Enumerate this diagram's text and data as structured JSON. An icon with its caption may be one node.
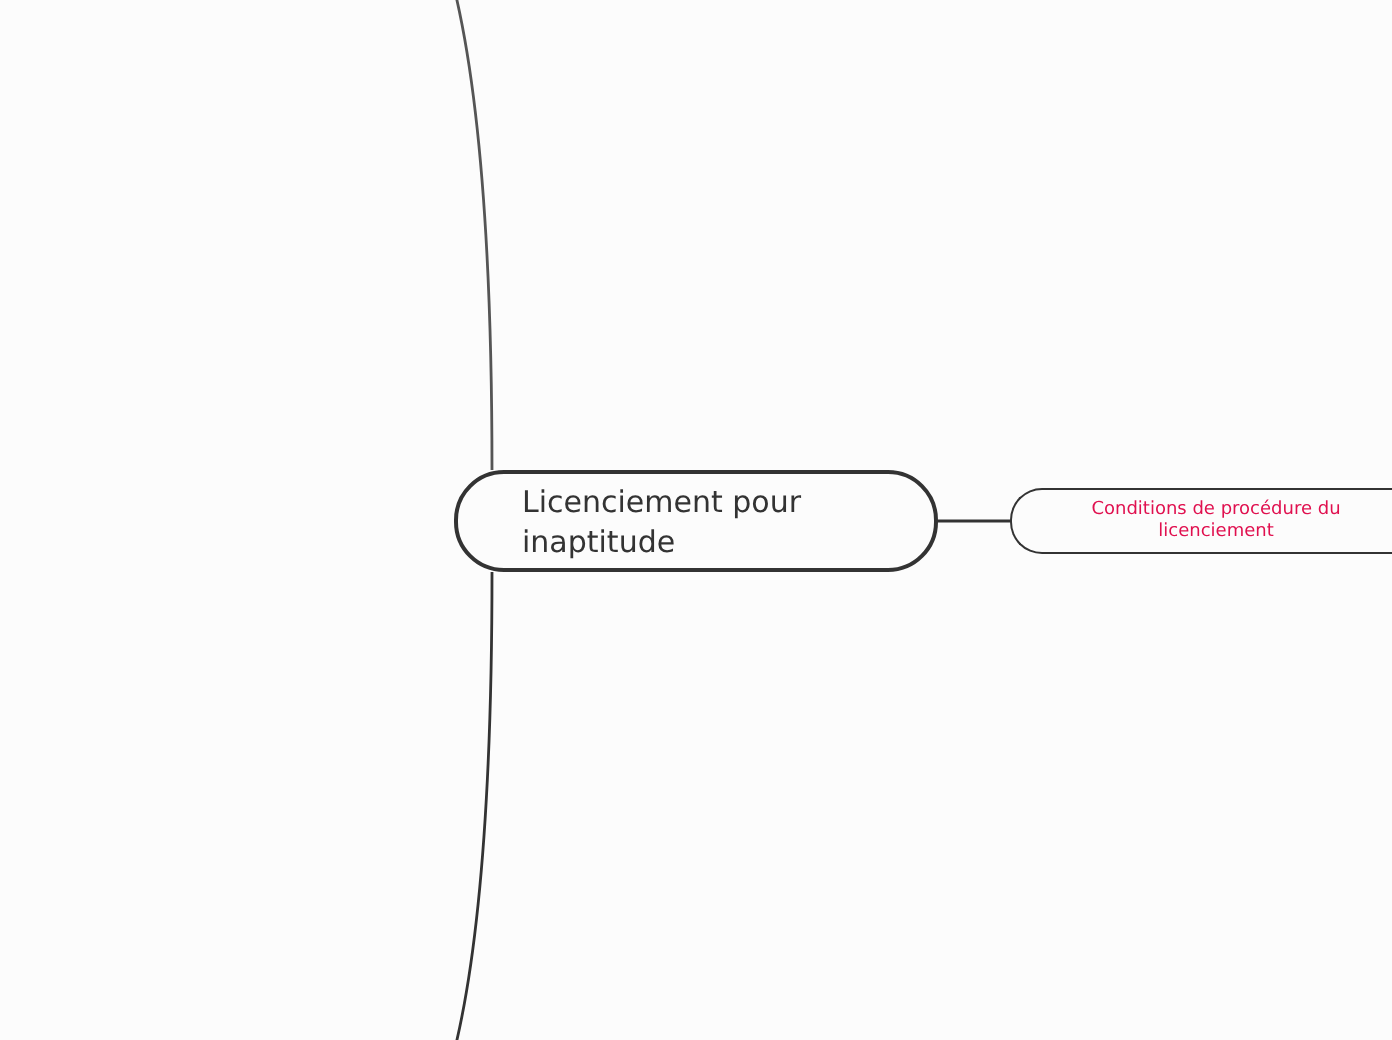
{
  "diagram": {
    "nodes": [
      {
        "text": [
          "Licenciement pour inaptitude"
        ]
      },
      {
        "text": [
          "Conditions de procédure du licenciement"
        ]
      }
    ],
    "edges": [
      {
        "from": 0,
        "to": null,
        "arrow": "none"
      },
      {
        "from": 0,
        "to": null,
        "arrow": "none"
      },
      {
        "from": 0,
        "to": 1,
        "arrow": "none"
      }
    ]
  }
}
